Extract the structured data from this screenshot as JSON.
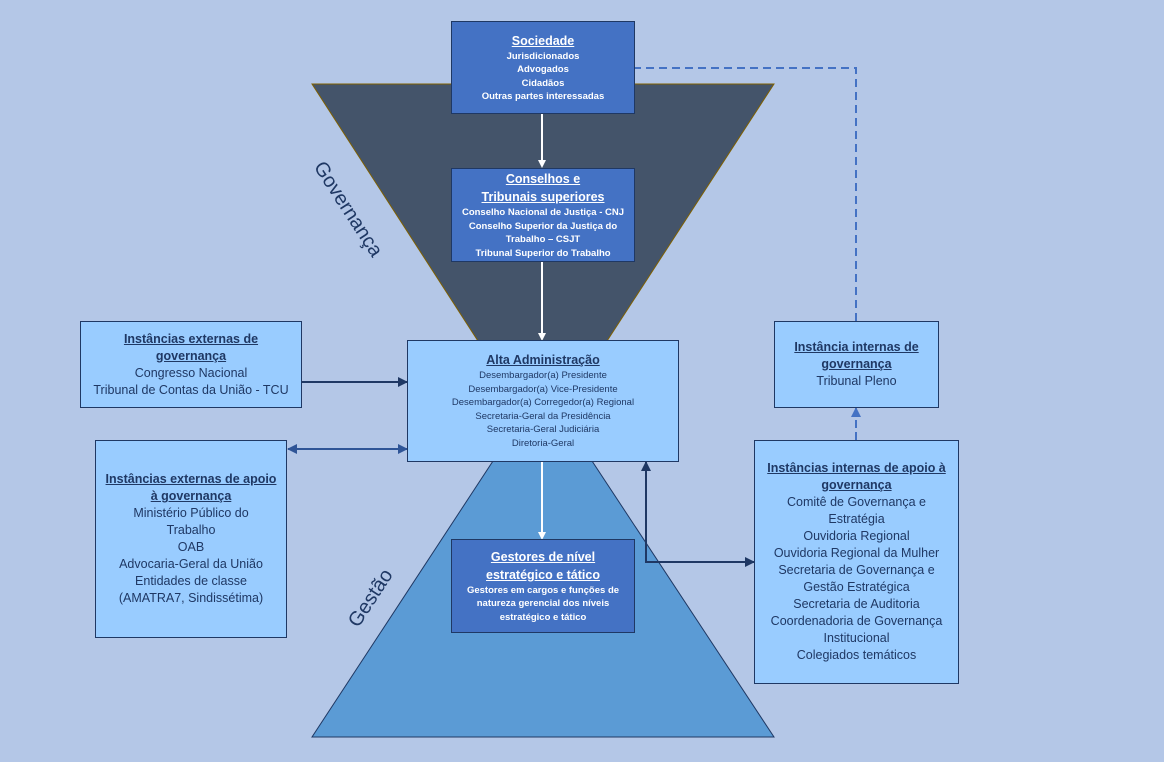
{
  "diagram": {
    "colors": {
      "background": "#b4c7e7",
      "governance_funnel": "#44546a",
      "management_funnel": "#5b9bd5",
      "dark_box": "#4472c4",
      "light_box": "#99ccff",
      "text_dark": "#1f3864",
      "dashed_link": "#4472c4"
    },
    "labels": {
      "governance": "Governança",
      "management": "Gestão"
    },
    "nodes": {
      "sociedade": {
        "title": "Sociedade",
        "lines": [
          "Jurisdicionados",
          "Advogados",
          "Cidadãos",
          "Outras partes interessadas"
        ]
      },
      "conselhos": {
        "title": "Conselhos e Tribunais superiores",
        "lines": [
          "Conselho Nacional de Justiça  - CNJ",
          "Conselho Superior da Justiça do Trabalho – CSJT",
          "Tribunal Superior do Trabalho"
        ]
      },
      "alta_administracao": {
        "title": "Alta Administração",
        "lines": [
          "Desembargador(a) Presidente",
          "Desembargador(a) Vice-Presidente",
          "Desembargador(a) Corregedor(a) Regional",
          "Secretaria-Geral da Presidência",
          "Secretaria-Geral Judiciária",
          "Diretoria-Geral"
        ]
      },
      "externas_governanca": {
        "title": "Instâncias externas de governança",
        "lines": [
          "Congresso Nacional",
          "Tribunal de Contas da União - TCU"
        ]
      },
      "externas_apoio": {
        "title": "Instâncias externas de apoio à governança",
        "lines": [
          "Ministério Público do Trabalho",
          "OAB",
          "Advocaria-Geral da União",
          "Entidades de classe (AMATRA7, Sindissétima)"
        ]
      },
      "internas_governanca": {
        "title": "Instância internas de governança",
        "lines": [
          "Tribunal Pleno"
        ]
      },
      "internas_apoio": {
        "title": "Instâncias internas de apoio à governança",
        "lines": [
          "Comitê de Governança e Estratégia",
          "Ouvidoria Regional",
          "Ouvidoria Regional da Mulher",
          "Secretaria de Governança e Gestão Estratégica",
          "Secretaria de Auditoria",
          "Coordenadoria de Governança Institucional",
          "Colegiados temáticos"
        ]
      },
      "gestores": {
        "title": "Gestores de nível estratégico e tático",
        "lines": [
          "Gestores em cargos e funções de natureza gerencial dos níveis estratégico e tático"
        ]
      }
    },
    "edges": [
      {
        "from": "sociedade",
        "to": "conselhos",
        "style": "solid"
      },
      {
        "from": "conselhos",
        "to": "alta_administracao",
        "style": "solid"
      },
      {
        "from": "externas_governanca",
        "to": "alta_administracao",
        "style": "solid"
      },
      {
        "from": "externas_apoio",
        "to": "alta_administracao",
        "style": "bidirectional"
      },
      {
        "from": "alta_administracao",
        "to": "gestores",
        "style": "solid"
      },
      {
        "from": "alta_administracao",
        "to": "internas_apoio",
        "style": "bidirectional-elbow"
      },
      {
        "from": "internas_apoio",
        "to": "internas_governanca",
        "style": "dashed"
      },
      {
        "from": "internas_governanca",
        "to": "sociedade",
        "style": "dashed"
      }
    ]
  }
}
